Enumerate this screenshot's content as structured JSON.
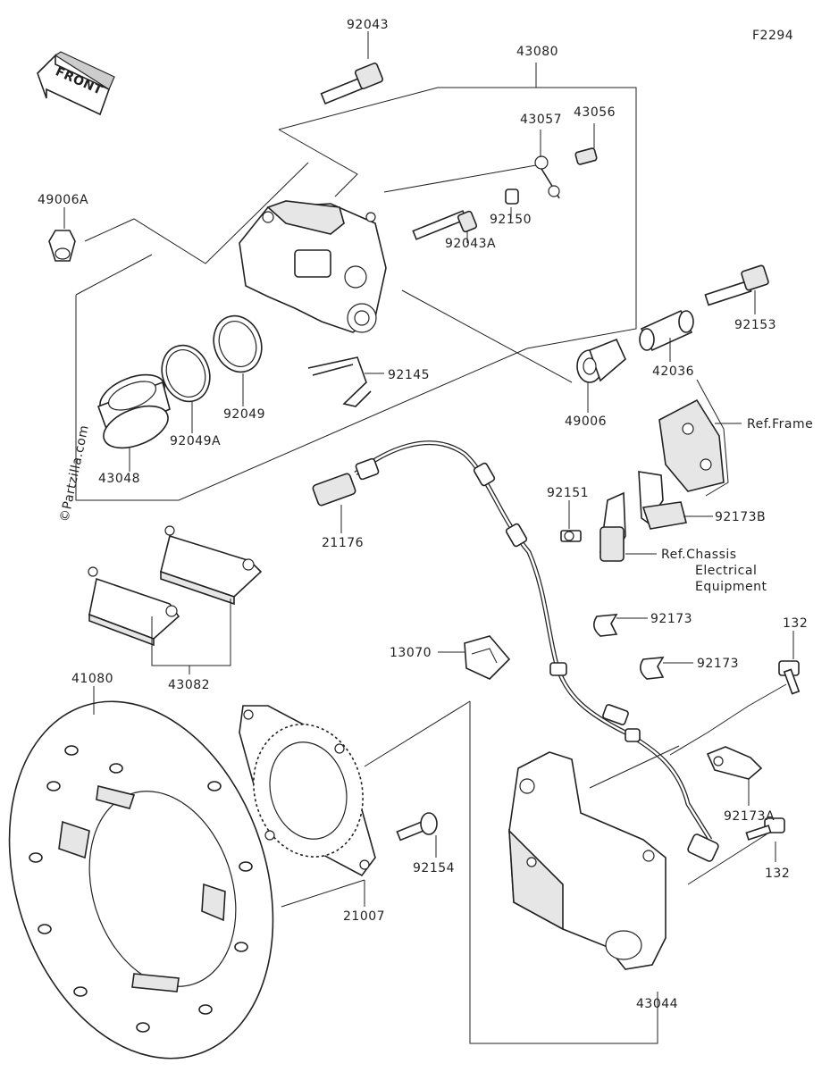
{
  "figure_code": "F2294",
  "front_label": "FRONT",
  "watermark": "©Partzilla.com",
  "parts": [
    {
      "id": "p92043",
      "number": "92043"
    },
    {
      "id": "p43080",
      "number": "43080"
    },
    {
      "id": "p43057",
      "number": "43057"
    },
    {
      "id": "p43056",
      "number": "43056"
    },
    {
      "id": "p49006A",
      "number": "49006A"
    },
    {
      "id": "p92150",
      "number": "92150"
    },
    {
      "id": "p92043A",
      "number": "92043A"
    },
    {
      "id": "p92153",
      "number": "92153"
    },
    {
      "id": "p42036",
      "number": "42036"
    },
    {
      "id": "p92145",
      "number": "92145"
    },
    {
      "id": "p92049",
      "number": "92049"
    },
    {
      "id": "p92049A",
      "number": "92049A"
    },
    {
      "id": "p43048",
      "number": "43048"
    },
    {
      "id": "p49006",
      "number": "49006"
    },
    {
      "id": "p21176",
      "number": "21176"
    },
    {
      "id": "p92151",
      "number": "92151"
    },
    {
      "id": "p92173B",
      "number": "92173B"
    },
    {
      "id": "p92173a",
      "number": "92173"
    },
    {
      "id": "p92173b",
      "number": "92173"
    },
    {
      "id": "p13070",
      "number": "13070"
    },
    {
      "id": "p43082",
      "number": "43082"
    },
    {
      "id": "p41080",
      "number": "41080"
    },
    {
      "id": "p132a",
      "number": "132"
    },
    {
      "id": "p132b",
      "number": "132"
    },
    {
      "id": "p92173A",
      "number": "92173A"
    },
    {
      "id": "p21007",
      "number": "21007"
    },
    {
      "id": "p92154",
      "number": "92154"
    },
    {
      "id": "p43044",
      "number": "43044"
    }
  ],
  "references": {
    "frame": "Ref.Frame",
    "chassis_line1": "Ref.Chassis",
    "chassis_line2": "Electrical",
    "chassis_line3": "Equipment"
  }
}
